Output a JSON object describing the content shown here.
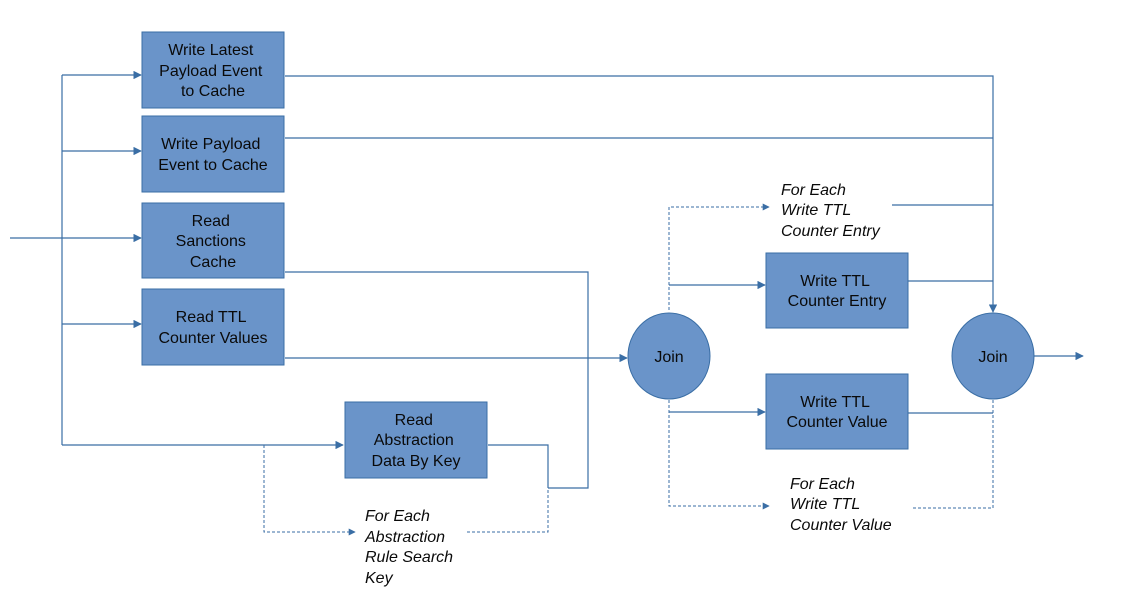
{
  "colors": {
    "node_fill": "#6a94c9",
    "node_stroke": "#3a6ea5",
    "edge": "#3a6ea5",
    "text": "#0a0a0a"
  },
  "nodes": {
    "write_latest": [
      "Write Latest",
      "Payload Event",
      "to Cache"
    ],
    "write_payload": [
      "Write Payload",
      "Event to Cache"
    ],
    "read_sanctions": [
      "Read",
      "Sanctions",
      "Cache"
    ],
    "read_ttl": [
      "Read TTL",
      "Counter Values"
    ],
    "read_abstraction": [
      "Read",
      "Abstraction",
      "Data By Key"
    ],
    "join_1": "Join",
    "write_ttl_entry": [
      "Write TTL",
      "Counter Entry"
    ],
    "write_ttl_value": [
      "Write TTL",
      "Counter Value"
    ],
    "join_2": "Join"
  },
  "notes": {
    "for_each_entry": [
      "For Each",
      "Write TTL",
      "Counter Entry"
    ],
    "for_each_value": [
      "For Each",
      "Write TTL",
      "Counter Value"
    ],
    "for_each_abstraction": [
      "For Each",
      "Abstraction",
      "Rule Search",
      "Key"
    ]
  }
}
